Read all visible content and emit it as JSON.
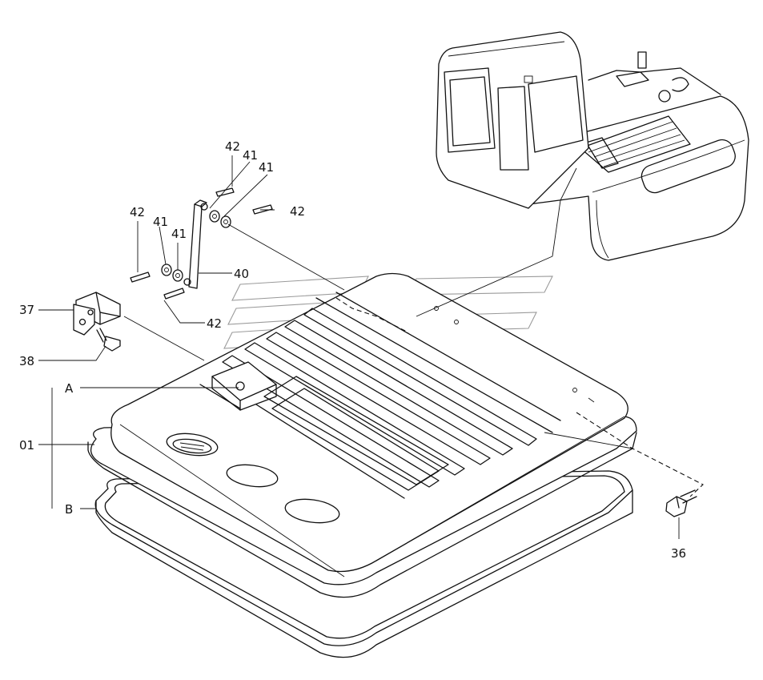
{
  "callouts": {
    "c42_top": "42",
    "c41_top1": "41",
    "c41_top2": "41",
    "c42_right": "42",
    "c42_left": "42",
    "c41_left1": "41",
    "c41_left2": "41",
    "c40": "40",
    "c42_bottom": "42",
    "c37": "37",
    "c38": "38",
    "cA": "A",
    "c01": "01",
    "cB": "B",
    "c36": "36"
  }
}
